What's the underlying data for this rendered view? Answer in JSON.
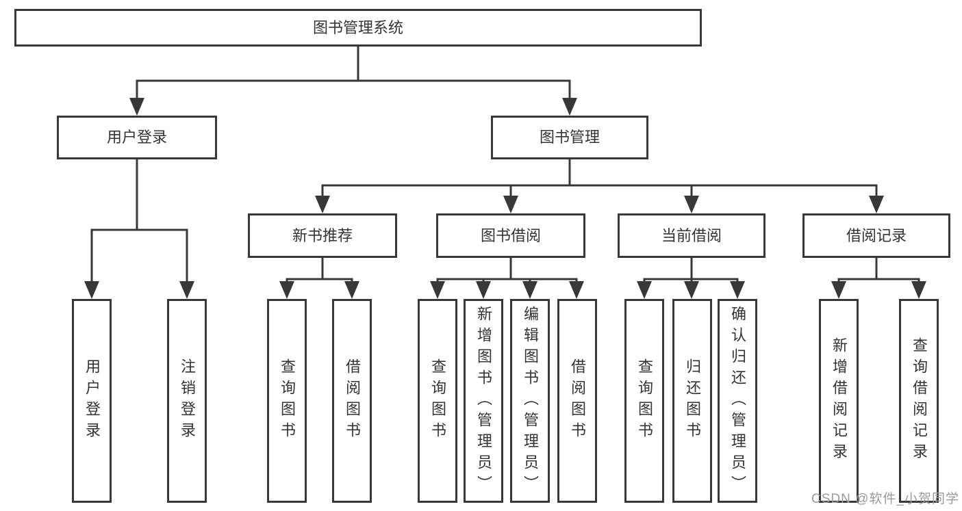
{
  "diagram": {
    "type": "hierarchy-tree",
    "colors": {
      "line": "#383838",
      "box_border": "#383838",
      "text": "#333333",
      "background": "#ffffff",
      "watermark": "#9b9b9b"
    },
    "nodes": {
      "root": "图书管理系统",
      "level2": [
        "用户登录",
        "图书管理"
      ],
      "level3": [
        "新书推荐",
        "图书借阅",
        "当前借阅",
        "借阅记录"
      ],
      "leaves": {
        "user_login": [
          "用户登录",
          "注销登录"
        ],
        "new_book": [
          "查询图书",
          "借阅图书"
        ],
        "book_borrow": [
          "查询图书",
          "新增图书（管理员）",
          "编辑图书（管理员）",
          "借阅图书"
        ],
        "current_borrow": [
          "查询图书",
          "归还图书",
          "确认归还（管理员）"
        ],
        "borrow_record": [
          "新增借阅记录",
          "查询借阅记录"
        ]
      }
    },
    "watermark": "CSDN @软件_小贺同学"
  }
}
